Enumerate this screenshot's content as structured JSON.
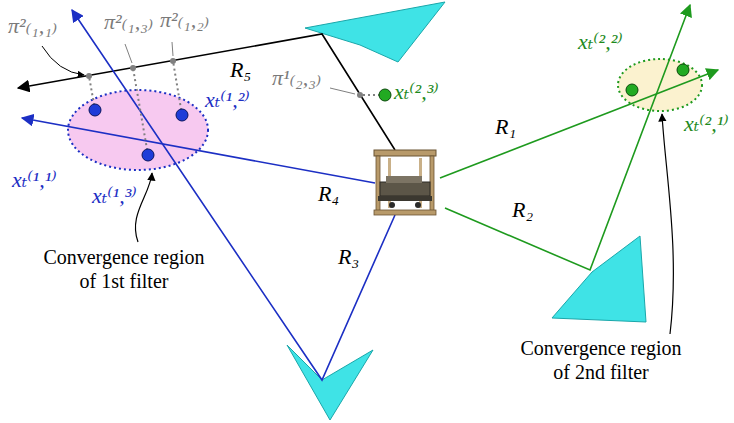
{
  "diagram": {
    "labels": [
      "π²₍₁,₁₎",
      "π²₍₁,₃₎",
      "π²₍₁,₂₎",
      "π¹₍₂,₃₎",
      "xₜ⁽²,³⁾",
      "R₅",
      "xₜ⁽²,²⁾",
      "xₜ⁽¹,²⁾",
      "R₁",
      "xₜ⁽²,¹⁾",
      "xₜ⁽¹,¹⁾",
      "R₄",
      "R₂",
      "xₜ⁽¹,³⁾",
      "R₃",
      "Convergence region of 1st filter",
      "Convergence region of 2nd filter"
    ]
  }
}
